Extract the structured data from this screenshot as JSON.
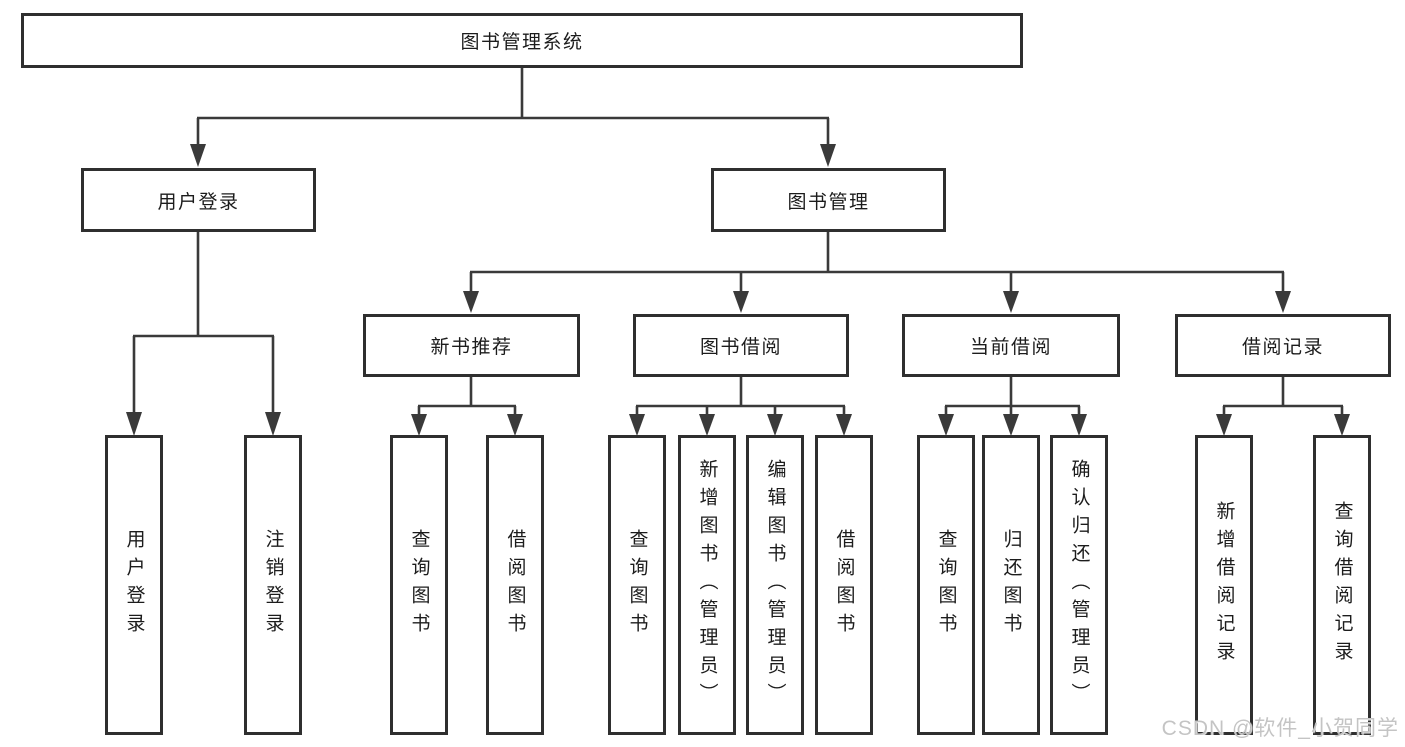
{
  "diagram": {
    "root": {
      "label": "图书管理系统"
    },
    "level2": [
      {
        "label": "用户登录"
      },
      {
        "label": "图书管理"
      }
    ],
    "level3": [
      {
        "label": "新书推荐"
      },
      {
        "label": "图书借阅"
      },
      {
        "label": "当前借阅"
      },
      {
        "label": "借阅记录"
      }
    ],
    "leaves": {
      "user_login": [
        {
          "label": "用户登录"
        },
        {
          "label": "注销登录"
        }
      ],
      "new_book_recommend": [
        {
          "label": "查询图书"
        },
        {
          "label": "借阅图书"
        }
      ],
      "book_borrowing": [
        {
          "label": "查询图书"
        },
        {
          "label": "新增图书（管理员）"
        },
        {
          "label": "编辑图书（管理员）"
        },
        {
          "label": "借阅图书"
        }
      ],
      "current_borrowing": [
        {
          "label": "查询图书"
        },
        {
          "label": "归还图书"
        },
        {
          "label": "确认归还（管理员）"
        }
      ],
      "borrowing_records": [
        {
          "label": "新增借阅记录"
        },
        {
          "label": "查询借阅记录"
        }
      ]
    }
  },
  "watermark": {
    "text": "CSDN @软件_小贺同学"
  },
  "colors": {
    "line": "#3a3a3a",
    "box_border": "#2f2f2f",
    "text": "#1c1c1c",
    "background": "#ffffff",
    "watermark": "#c4c4c4"
  }
}
